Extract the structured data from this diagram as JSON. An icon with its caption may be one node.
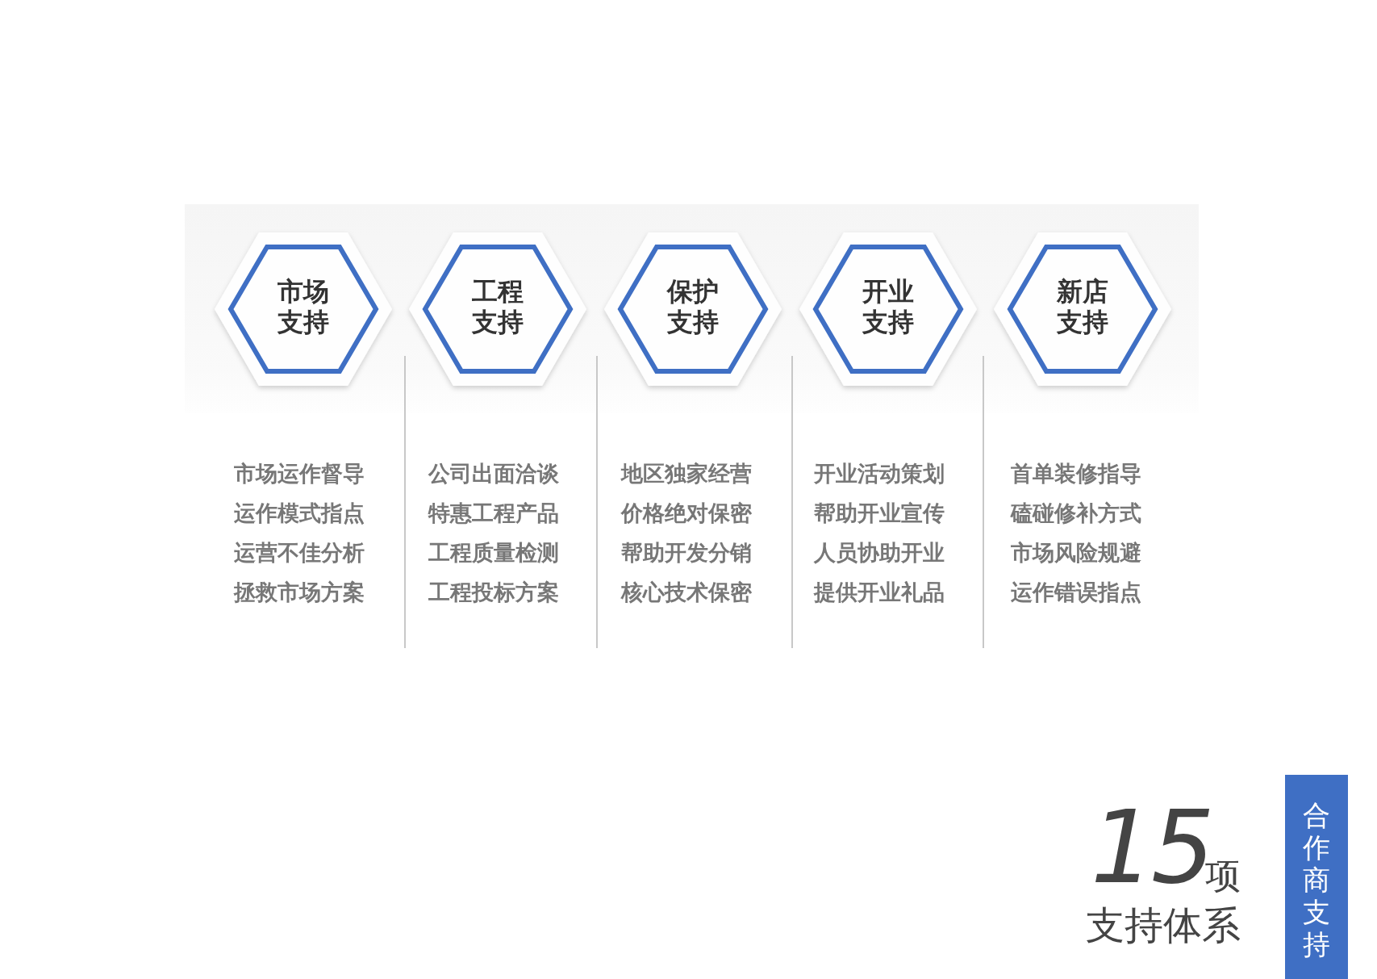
{
  "diagram": {
    "nodes": [
      {
        "text": [
          "市场支持"
        ],
        "beside": [
          "市场运作督导",
          "运作模式指点",
          "运营不佳分析",
          "拯救市场方案"
        ]
      },
      {
        "text": [
          "工程支持"
        ],
        "beside": [
          "公司出面洽谈",
          "特惠工程产品",
          "工程质量检测",
          "工程投标方案"
        ]
      },
      {
        "text": [
          "保护支持"
        ],
        "beside": [
          "地区独家经营",
          "价格绝对保密",
          "帮助开发分销",
          "核心技术保密"
        ]
      },
      {
        "text": [
          "开业支持"
        ],
        "beside": [
          "开业活动策划",
          "帮助开业宣传",
          "人员协助开业",
          "提供开业礼品"
        ]
      },
      {
        "text": [
          "新店支持"
        ],
        "beside": [
          "首单装修指导",
          "磕碰修补方式",
          "市场风险规避",
          "运作错误指点"
        ]
      },
      {
        "text": [
          "合作商支持"
        ]
      }
    ],
    "labels": [
      "15",
      "项",
      "支持体系"
    ]
  }
}
